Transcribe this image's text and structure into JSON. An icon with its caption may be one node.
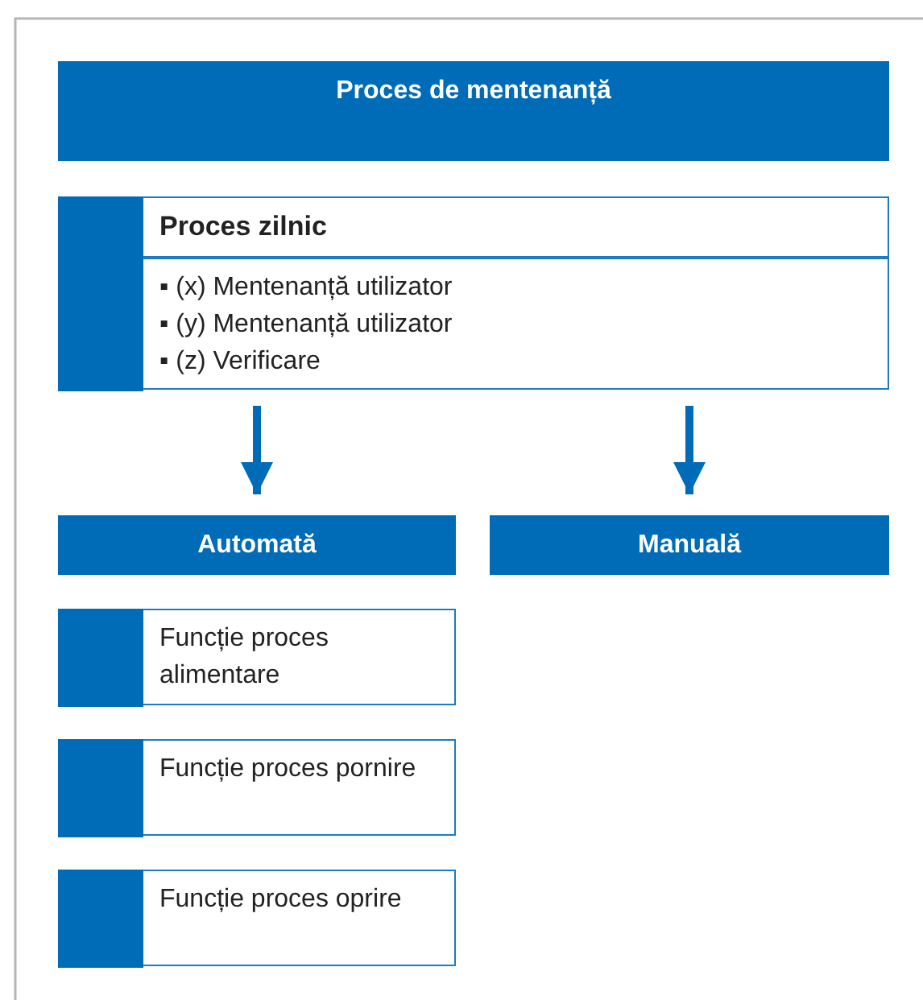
{
  "diagram": {
    "nodes": [
      {
        "text": [
          "Proces de mentenanță"
        ]
      },
      {
        "text": [
          "Proces zilnic",
          "▪ (x) Mentenanță utilizator",
          "▪ (y) Mentenanță utilizator",
          "▪ (z) Verificare"
        ]
      },
      {
        "text": [
          "Automată"
        ]
      },
      {
        "text": [
          "Manuală"
        ]
      },
      {
        "text": [
          "Funcție proces alimentare"
        ]
      },
      {
        "text": [
          "Funcție proces pornire"
        ]
      },
      {
        "text": [
          "Funcție proces oprire"
        ]
      }
    ],
    "edges": [
      {
        "from": 1,
        "to": 2,
        "arrow": "to"
      },
      {
        "from": 1,
        "to": 3,
        "arrow": "to"
      }
    ]
  }
}
